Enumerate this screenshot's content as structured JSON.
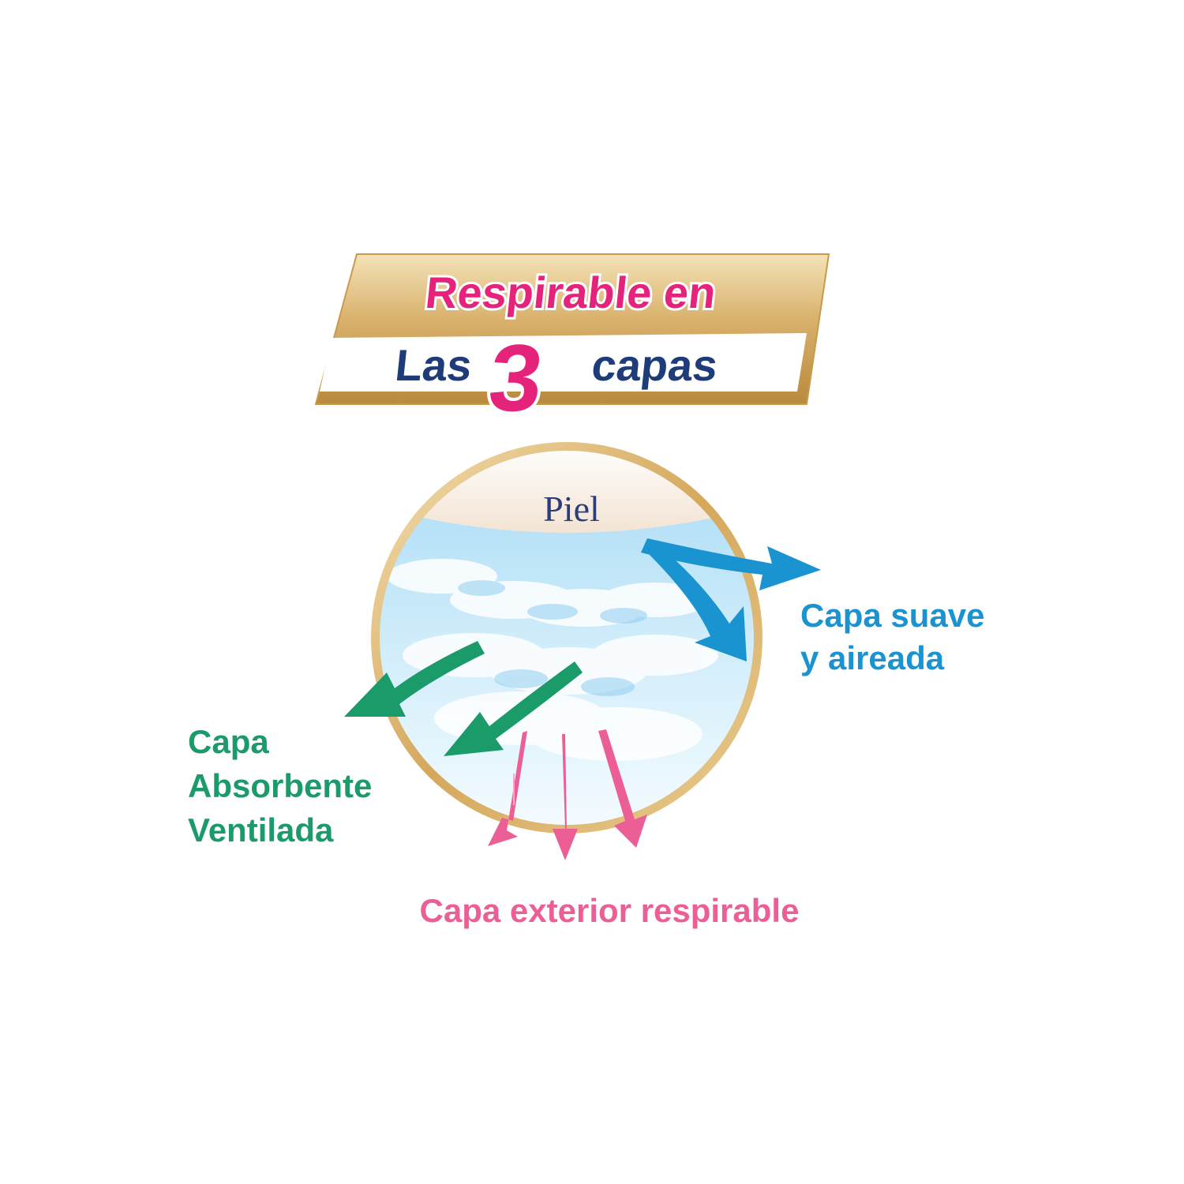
{
  "badge": {
    "line1": "Respirable en",
    "line2_left": "Las",
    "number": "3",
    "line2_right": "capas"
  },
  "circle_label": "Piel",
  "labels": {
    "soft_layer": [
      "Capa suave",
      "y aireada"
    ],
    "absorbent_layer": [
      "Capa",
      "Absorbente",
      "Ventilada"
    ],
    "outer_layer": "Capa exterior respirable"
  },
  "colors": {
    "gold": "#d2a85c",
    "pink": "#e5237a",
    "navy": "#1f3c7a",
    "blue": "#1a93d1",
    "green": "#1b9a6a",
    "outer_pink": "#ec5f96",
    "piel_text": "#2c3c76"
  }
}
